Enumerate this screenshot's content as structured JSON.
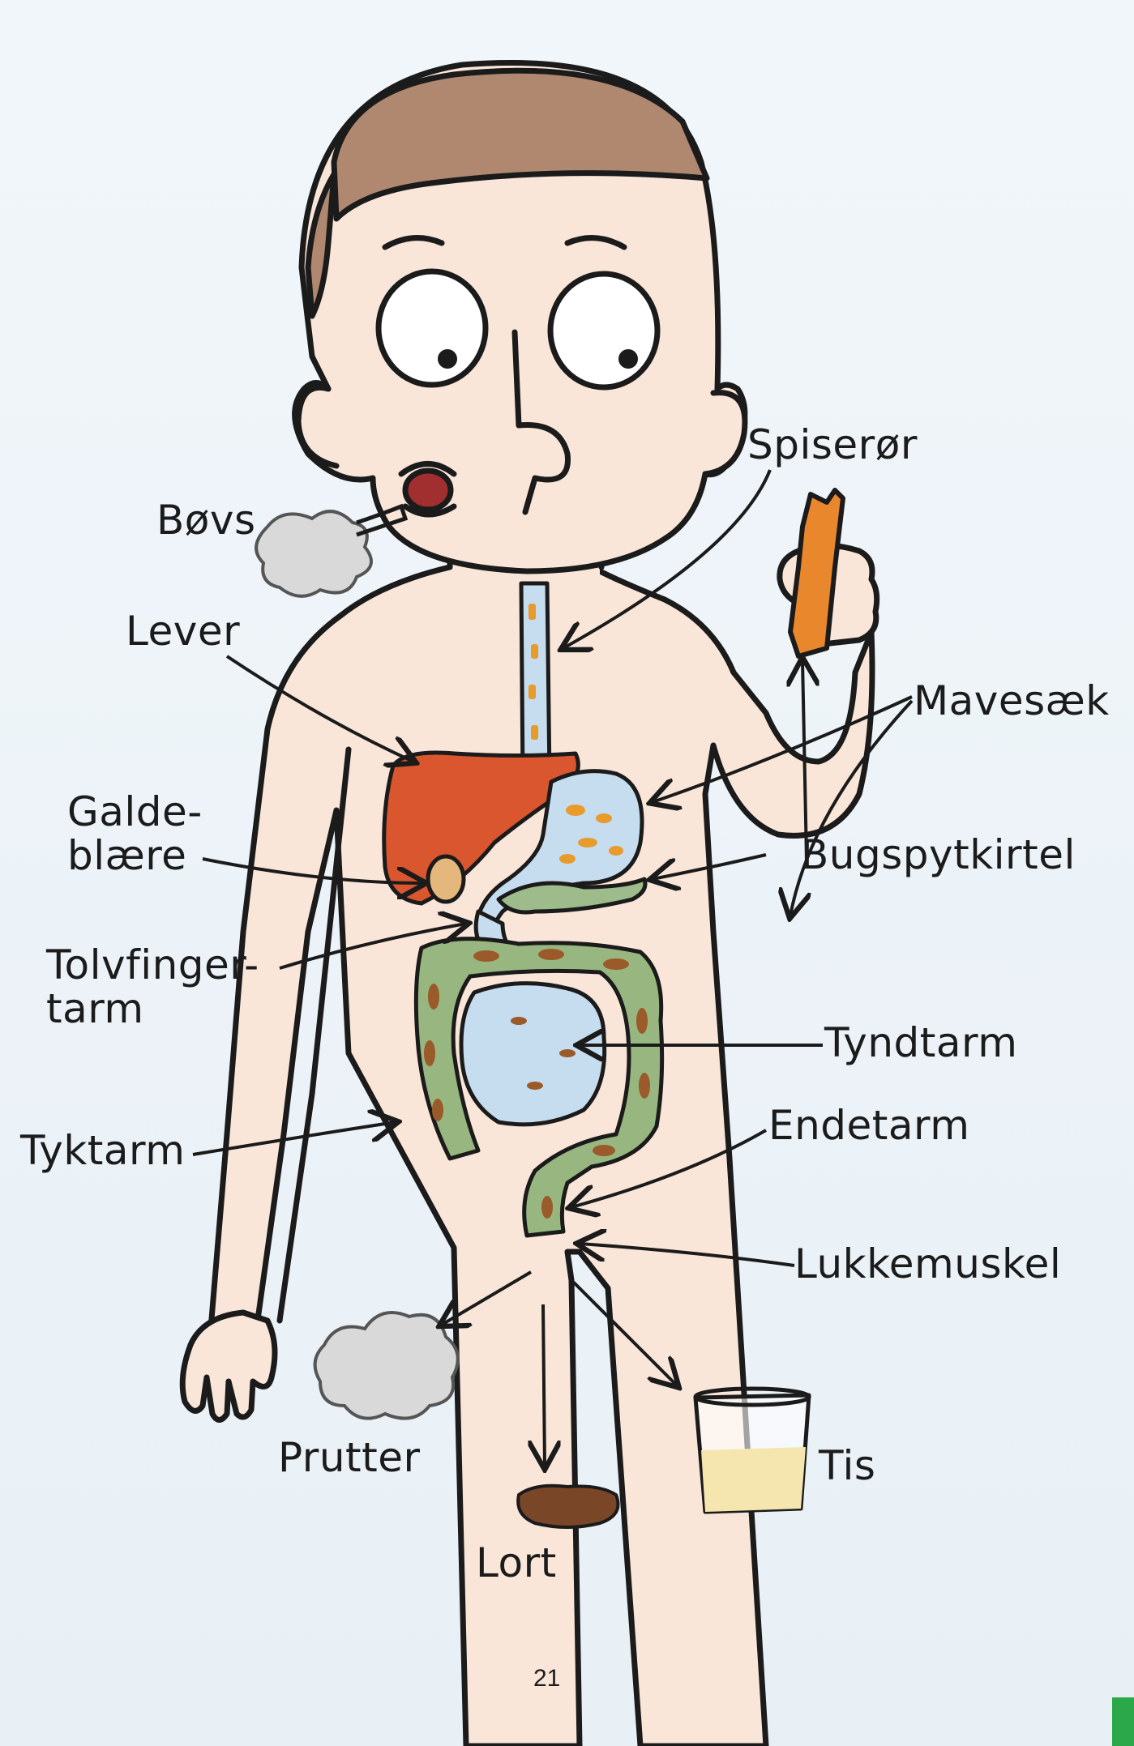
{
  "labels": {
    "bovs": "Bøvs",
    "spiseror": "Spiserør",
    "lever": "Lever",
    "mavesaek": "Mavesæk",
    "galdeblaere": "Galde-\nblære",
    "bugspytkirtel": "Bugspytkirtel",
    "tolvfingertarm": "Tolvfinger-\ntarm",
    "tyndtarm": "Tyndtarm",
    "endetarm": "Endetarm",
    "tyktarm": "Tyktarm",
    "lukkemuskel": "Lukkemuskel",
    "prutter": "Prutter",
    "tis": "Tis",
    "lort": "Lort"
  },
  "page_number": "21",
  "colors": {
    "background": "#edf3f8",
    "skin": "#f9e6d8",
    "hair": "#b08870",
    "liver": "#d9562f",
    "gallbladder": "#e4b87c",
    "stomach": "#c6dcef",
    "pancreas": "#9dbb8b",
    "large_intestine": "#98b67f",
    "small_intestine": "#c6dcef",
    "food": "#e89a2b",
    "poop": "#7a4628",
    "urine": "#f5e6b0",
    "carrot": "#e8872c",
    "gas": "#d9d9d9",
    "outline": "#1b1b1b",
    "tab": "#2aa84a"
  }
}
